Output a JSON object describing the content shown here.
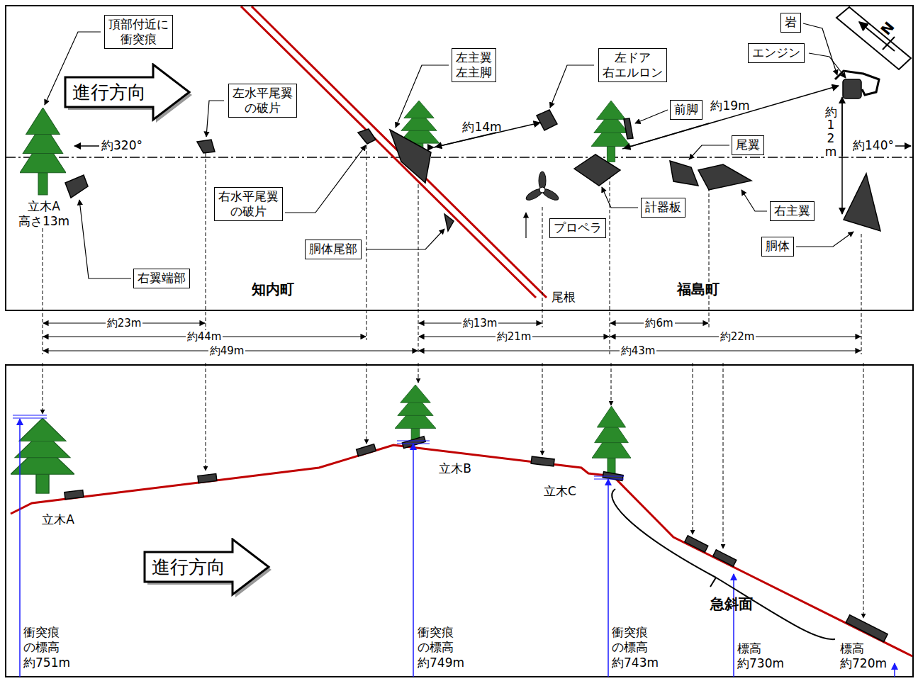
{
  "diagram": {
    "nodes": [
      {
        "text": [
          "頂部付近に 衝突痕"
        ]
      },
      {
        "text": [
          "岩"
        ]
      },
      {
        "text": [
          "進行方向"
        ]
      },
      {
        "text": [
          "左水平尾翼 の破片"
        ]
      },
      {
        "text": [
          "左主翼 左主脚"
        ]
      },
      {
        "text": [
          "左ドア 右エルロン"
        ]
      },
      {
        "text": [
          "エンジン"
        ]
      },
      {
        "text": [
          "前脚"
        ]
      },
      {
        "text": [
          "尾翼"
        ]
      },
      {
        "text": [
          "右水平尾翼 の破片"
        ]
      },
      {
        "text": [
          "計器板"
        ]
      },
      {
        "text": [
          "右主翼"
        ]
      },
      {
        "text": [
          "プロペラ"
        ]
      },
      {
        "text": [
          "胴体尾部"
        ]
      },
      {
        "text": [
          "胴体"
        ]
      },
      {
        "text": [
          "右翼端部"
        ]
      },
      {
        "text": [
          "進行方向"
        ]
      }
    ],
    "labels": [
      "約320°",
      "立木A 高さ13m",
      "約14m",
      "約19m",
      "N",
      "約12m",
      "約140°",
      "知内町",
      "尾根",
      "福島町",
      "約23m",
      "約44m",
      "約49m",
      "約13m",
      "約21m",
      "約43m",
      "約6m",
      "約22m",
      "立木B",
      "立木A",
      "立木C",
      "急斜面",
      "衝突痕 の標高 約751m",
      "衝突痕 の標高 約749m",
      "衝突痕 の標高 約743m",
      "標高 約730m",
      "標高 約720m"
    ]
  }
}
